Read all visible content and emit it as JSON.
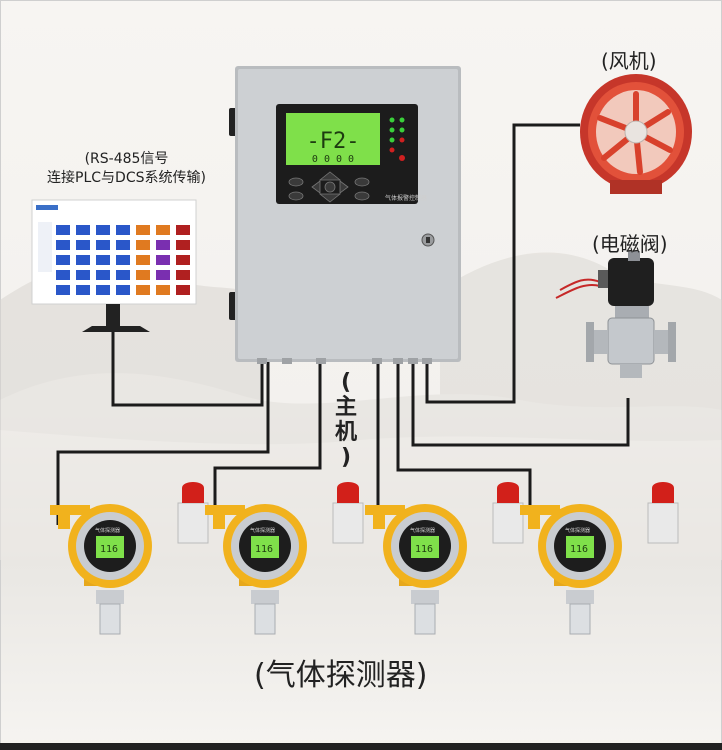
{
  "labels": {
    "rs485_line1": "(RS-485信号",
    "rs485_line2": "连接PLC与DCS系统传输)",
    "fan": "(风机)",
    "valve": "(电磁阀)",
    "host_chars": [
      "(",
      "主",
      "机",
      ")"
    ],
    "detectors": "(气体探测器)"
  },
  "controller": {
    "display_text": "-F2-",
    "display_sub": "0 0 0 0",
    "nameplate": "气体报警控制器"
  },
  "detector_display": "116",
  "detector_header": "气体探测器",
  "colors": {
    "lcd": "#7fe04a",
    "cable": "#1a1a1a",
    "alarm_red": "#d2201a",
    "detector_yellow": "#f1b21d",
    "fan_red": "#d8412c"
  }
}
